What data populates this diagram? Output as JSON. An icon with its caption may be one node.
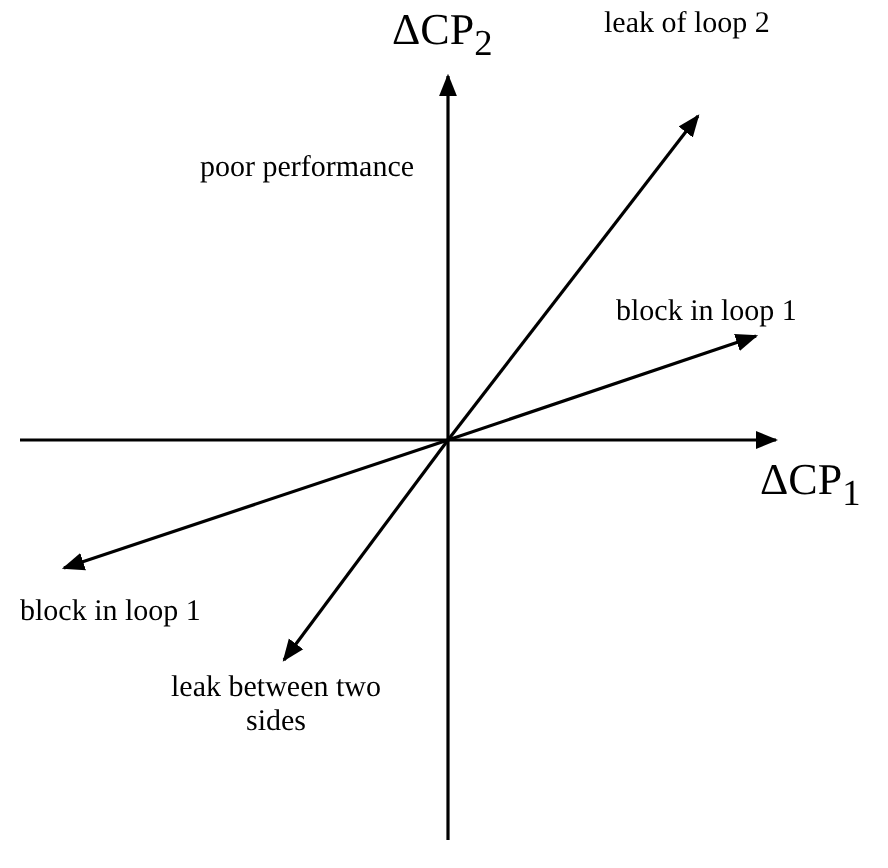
{
  "diagram": {
    "labels": [
      "ΔCP$_{2}$",
      "leak of loop 2",
      "poor performance",
      "block in loop 1",
      "ΔCP$_{1}$",
      "block in loop 1",
      "leak between two sides"
    ]
  }
}
